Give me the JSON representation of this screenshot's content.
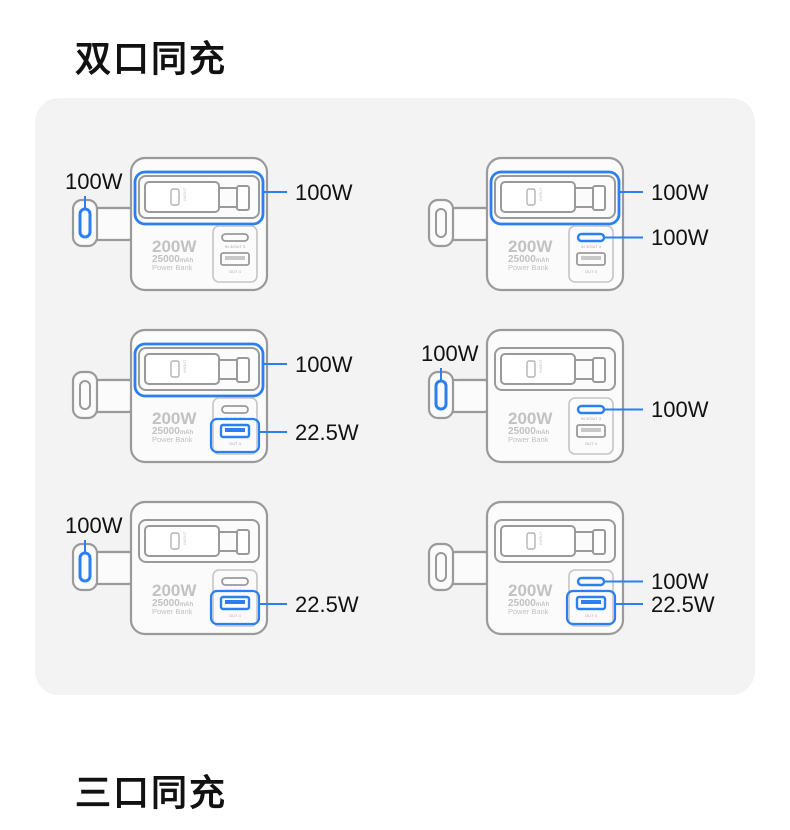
{
  "sections": {
    "dual": {
      "title": "双口同充"
    },
    "triple": {
      "title": "三口同充"
    }
  },
  "device": {
    "capacity_watts": "200W",
    "capacity_mah": "25000",
    "mah_unit": "mAh",
    "product_name": "Power Bank",
    "port_c_label": "IN 3/OUT 3",
    "port_usb_label": "OUT 4",
    "cable_label": "IN/OUT"
  },
  "configs": [
    {
      "cable": "100W",
      "top": "100W",
      "mid": "",
      "low": ""
    },
    {
      "cable": "",
      "top": "100W",
      "mid": "100W",
      "low": ""
    },
    {
      "cable": "",
      "top": "100W",
      "mid": "",
      "low": "22.5W"
    },
    {
      "cable": "100W",
      "top": "",
      "mid": "100W",
      "low": ""
    },
    {
      "cable": "100W",
      "top": "",
      "mid": "",
      "low": "22.5W"
    },
    {
      "cable": "",
      "top": "",
      "mid": "100W",
      "low": "22.5W"
    }
  ],
  "colors": {
    "accent": "#2b7ff0",
    "outline": "#9a9a9a",
    "panel": "#f3f3f4",
    "device_fill": "#fbfbfb"
  }
}
